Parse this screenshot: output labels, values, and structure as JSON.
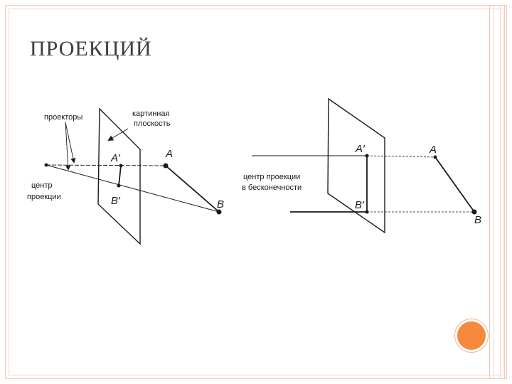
{
  "slide": {
    "title": "ПРОЕКЦИЙ",
    "accent_color": "#f58a3c",
    "frame_color": "#f4c9b4"
  },
  "left_diagram": {
    "label_projectors": "проекторы",
    "label_picture_plane_1": "картинная",
    "label_picture_plane_2": "плоскость",
    "label_center_1": "центр",
    "label_center_2": "проекции",
    "point_A": "A",
    "point_B": "B",
    "point_A_proj": "A′",
    "point_B_proj": "B′"
  },
  "right_diagram": {
    "label_center_1": "центр проекции",
    "label_center_2": "в бесконечности",
    "point_A": "A",
    "point_B": "B",
    "point_A_proj": "A′",
    "point_B_proj": "B′"
  }
}
